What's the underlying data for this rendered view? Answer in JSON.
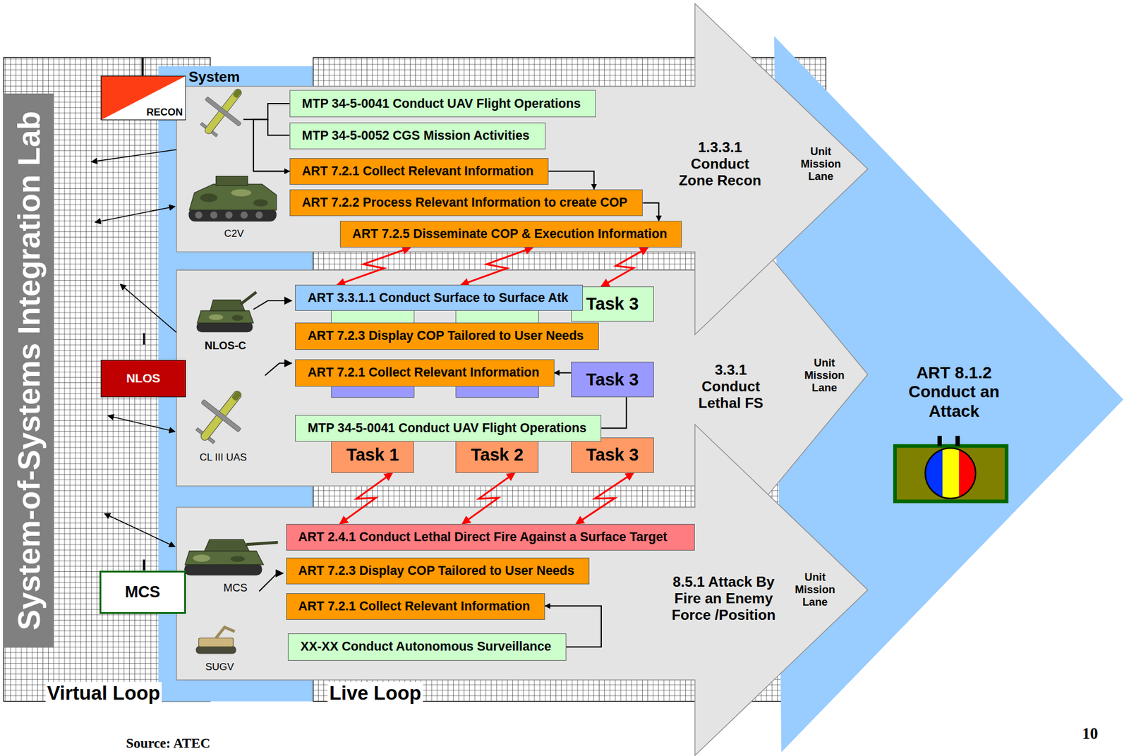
{
  "diagram": {
    "nodes": [
      {
        "text": [
          "System-of-Systems Integration Lab"
        ]
      },
      {
        "text": [
          "RECON"
        ]
      },
      {
        "text": [
          "1.3.3.1 Conduct Zone Recon",
          "Unit Mission Lane"
        ]
      },
      {
        "text": [
          "MTP 34-5-0041 Conduct UAV Flight Operations"
        ],
        "in": 2
      },
      {
        "text": [
          "MTP 34-5-0052 CGS Mission Activities"
        ],
        "in": 2
      },
      {
        "text": [
          "ART 7.2.1 Collect Relevant Information"
        ],
        "in": 2
      },
      {
        "text": [
          "ART 7.2.2 Process Relevant Information to create COP"
        ],
        "in": 2
      },
      {
        "text": [
          "ART 7.2.5 Disseminate COP & Execution Information"
        ],
        "in": 2
      },
      {
        "text": [
          "NLOS"
        ]
      },
      {
        "text": [
          "3.3.1 Conduct Lethal FS",
          "Unit Mission Lane"
        ]
      },
      {
        "text": [
          "ART 3.3.1.1 Conduct Surface to Surface Atk"
        ],
        "in": 9
      },
      {
        "text": [
          "Task 3"
        ],
        "in": 9
      },
      {
        "text": [
          "ART 7.2.3 Display COP Tailored to User Needs"
        ],
        "in": 9
      },
      {
        "text": [
          "ART 7.2.1 Collect Relevant Information"
        ],
        "in": 9
      },
      {
        "text": [
          "Task 3"
        ],
        "in": 9
      },
      {
        "text": [
          "MTP 34-5-0041 Conduct UAV Flight Operations"
        ],
        "in": 9
      },
      {
        "text": [
          "Task 1"
        ],
        "in": 9
      },
      {
        "text": [
          "Task 2"
        ],
        "in": 9
      },
      {
        "text": [
          "Task 3"
        ],
        "in": 9
      },
      {
        "text": [
          "MCS"
        ]
      },
      {
        "text": [
          "8.5.1 Attack By Fire an Enemy Force /Position",
          "Unit Mission Lane"
        ]
      },
      {
        "text": [
          "ART 2.4.1 Conduct Lethal Direct Fire Against a Surface Target"
        ],
        "in": 20
      },
      {
        "text": [
          "ART 7.2.3 Display COP Tailored to User Needs"
        ],
        "in": 20
      },
      {
        "text": [
          "ART 7.2.1 Collect Relevant Information"
        ],
        "in": 20
      },
      {
        "text": [
          "XX-XX Conduct Autonomous Surveillance"
        ],
        "in": 20
      },
      {
        "text": [
          "ART 8.1.2 Conduct an Attack"
        ]
      }
    ],
    "edges": [
      {
        "from": 3,
        "to": 5,
        "arrow": "to"
      },
      {
        "from": 4,
        "to": 5,
        "arrow": "to"
      },
      {
        "from": 5,
        "to": 6,
        "arrow": "to"
      },
      {
        "from": 6,
        "to": 7,
        "arrow": "to"
      },
      {
        "from": 7,
        "to": 10,
        "arrow": "both"
      },
      {
        "from": 7,
        "to": 10,
        "arrow": "both"
      },
      {
        "from": 7,
        "to": 11,
        "arrow": "both"
      },
      {
        "from": 15,
        "to": 13,
        "arrow": "to"
      },
      {
        "from": 16,
        "to": 21,
        "arrow": "both"
      },
      {
        "from": 17,
        "to": 21,
        "arrow": "both"
      },
      {
        "from": 18,
        "to": 21,
        "arrow": "both"
      },
      {
        "from": 24,
        "to": 23,
        "arrow": "to"
      }
    ],
    "labels": [
      "System",
      "C2V",
      "NLOS-C",
      "CL III UAS",
      "MCS",
      "SUGV",
      "Virtual Loop",
      "Live Loop",
      "Source: ATEC",
      "10"
    ]
  }
}
